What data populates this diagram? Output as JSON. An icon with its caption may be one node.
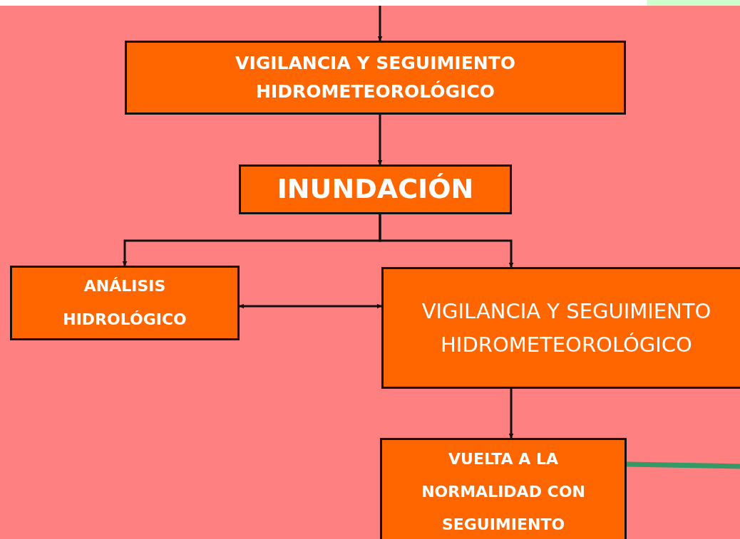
{
  "diagram": {
    "nodes": [
      {
        "text": [
          "VIGILANCIA Y SEGUIMIENTO HIDROMETEOROLÓGICO"
        ]
      },
      {
        "text": [
          "INUNDACIÓN"
        ]
      },
      {
        "text": [
          "ANÁLISIS HIDROLÓGICO"
        ]
      },
      {
        "text": [
          "VIGILANCIA Y SEGUIMIENTO HIDROMETEOROLÓGICO"
        ]
      },
      {
        "text": [
          "VUELTA A LA NORMALIDAD CON SEGUIMIENTO"
        ]
      }
    ],
    "edges": [
      {
        "from": null,
        "to": 0,
        "arrow": "to"
      },
      {
        "from": 0,
        "to": 1,
        "arrow": "to"
      },
      {
        "from": 1,
        "to": 2,
        "arrow": "to"
      },
      {
        "from": 1,
        "to": 3,
        "arrow": "to"
      },
      {
        "from": 2,
        "to": 3,
        "arrow": "both"
      },
      {
        "from": 3,
        "to": 4,
        "arrow": "to"
      },
      {
        "from": 4,
        "to": null,
        "arrow": "none",
        "style": "thick",
        "color": "#339966"
      }
    ]
  }
}
